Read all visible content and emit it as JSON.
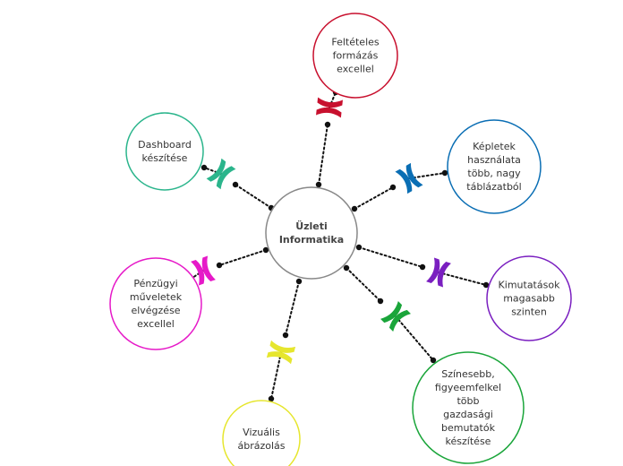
{
  "center": {
    "text": "Üzleti\nInformatika",
    "color": "#888888"
  },
  "branches": [
    {
      "id": "felteteles",
      "text": "Feltételes\nformázás\nexcellel",
      "color": "#c8102e"
    },
    {
      "id": "kepletek",
      "text": "Képletek\nhasználata\ntöbb, nagy\ntáblázatból",
      "color": "#0a6eb4"
    },
    {
      "id": "kimutatasok",
      "text": "Kimutatások\nmagasabb\nszinten",
      "color": "#7a1fc0"
    },
    {
      "id": "szinesebb",
      "text": "Színesebb,\nfigyeemfelkel\ntöbb\ngazdasági\nbemutatók\nkészítése",
      "color": "#1aa53a"
    },
    {
      "id": "vizualis",
      "text": "Vizuális\nábrázolás",
      "color": "#e6e62e"
    },
    {
      "id": "penzugyi",
      "text": "Pénzügyi\nműveletek\nelvégzése\nexcellel",
      "color": "#e619c8"
    },
    {
      "id": "dashboard",
      "text": "Dashboard\nkészítése",
      "color": "#2bb58c"
    }
  ]
}
